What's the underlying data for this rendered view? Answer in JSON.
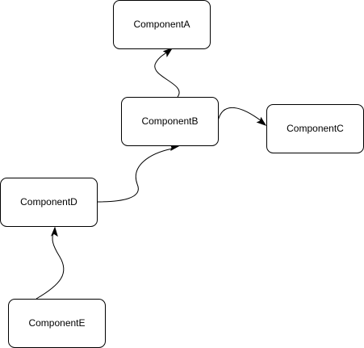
{
  "diagram": {
    "nodes": [
      {
        "id": "a",
        "label": "ComponentA"
      },
      {
        "id": "b",
        "label": "ComponentB"
      },
      {
        "id": "c",
        "label": "ComponentC"
      },
      {
        "id": "d",
        "label": "ComponentD"
      },
      {
        "id": "e",
        "label": "ComponentE"
      }
    ],
    "edges": [
      {
        "from": "ComponentB",
        "to": "ComponentA"
      },
      {
        "from": "ComponentB",
        "to": "ComponentC"
      },
      {
        "from": "ComponentD",
        "to": "ComponentB"
      },
      {
        "from": "ComponentE",
        "to": "ComponentD"
      }
    ],
    "colors": {
      "stroke": "#000000",
      "fill": "#ffffff",
      "background": "#ffffff"
    }
  }
}
